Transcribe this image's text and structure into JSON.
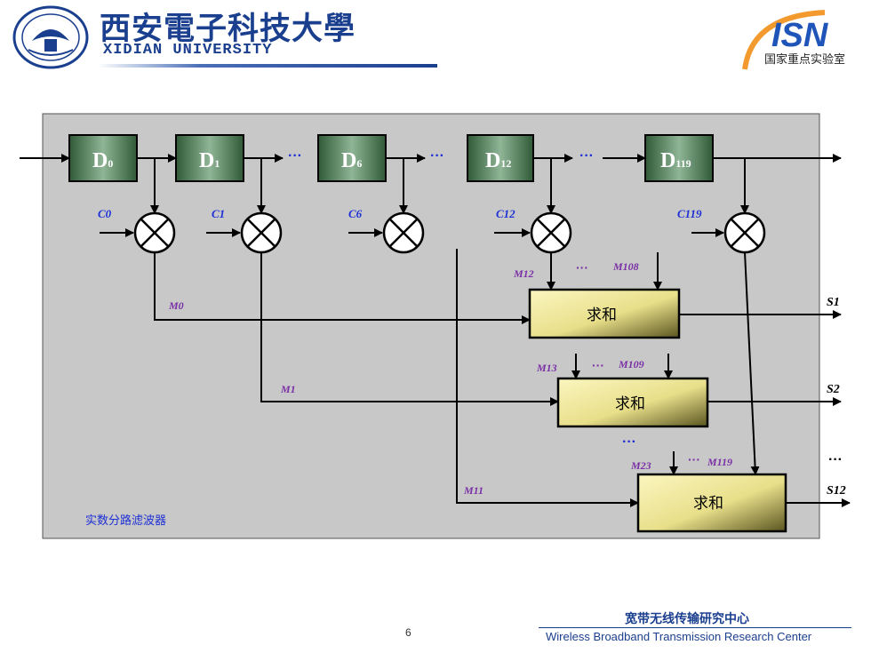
{
  "header": {
    "university_cn": "西安電子科技大學",
    "university_en": "XIDIAN UNIVERSITY",
    "lab_logo_text": "ISN",
    "lab_cn": "国家重点实验室"
  },
  "diagram": {
    "delays": [
      {
        "base": "D",
        "sub": "0"
      },
      {
        "base": "D",
        "sub": "1"
      },
      {
        "base": "D",
        "sub": "6"
      },
      {
        "base": "D",
        "sub": "12"
      },
      {
        "base": "D",
        "sub": "119"
      }
    ],
    "coefficients": [
      "C0",
      "C1",
      "C6",
      "C12",
      "C119"
    ],
    "products": [
      "M0",
      "M1",
      "M11",
      "M12",
      "M108",
      "M13",
      "M109",
      "M23",
      "M119"
    ],
    "sum_label": "求和",
    "outputs": [
      "S1",
      "S2",
      "S12"
    ],
    "ellipsis": "···",
    "panel_label": "实数分路滤波器",
    "colors": {
      "panel": "#c8c8c8",
      "delay_box": "#4f7a57",
      "sum_box": "#efe9a3",
      "label_blue": "#1d2fd6",
      "label_purple": "#7a2fa6"
    }
  },
  "footer": {
    "page_number": "6",
    "center_cn": "宽带无线传输研究中心",
    "center_en": "Wireless Broadband Transmission Research Center"
  }
}
